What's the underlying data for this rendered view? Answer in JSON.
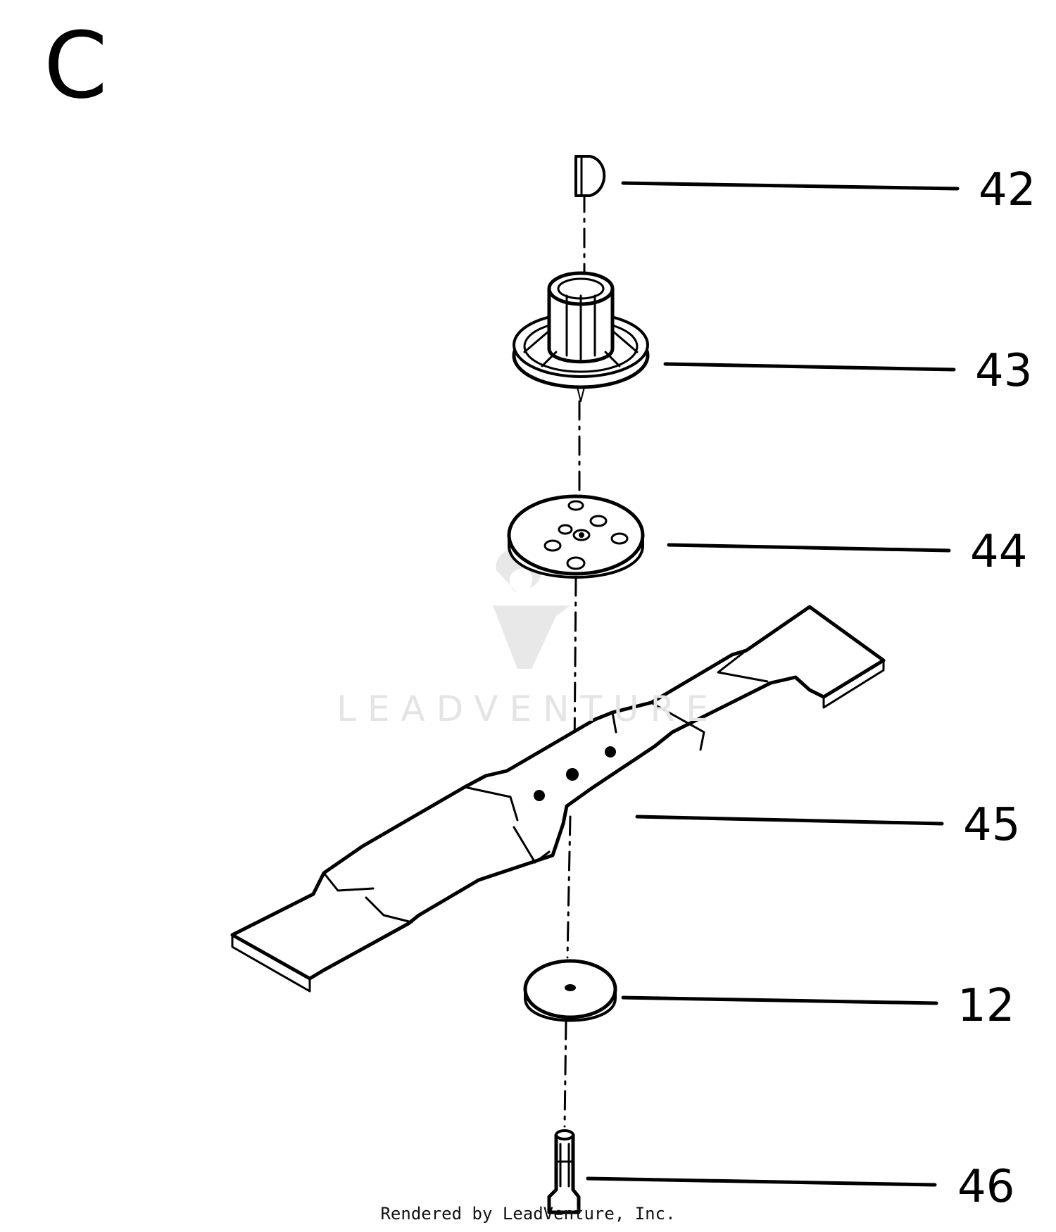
{
  "section_letter": "C",
  "callouts": [
    "42",
    "43",
    "44",
    "45",
    "12",
    "46"
  ],
  "watermark": "LEADVENTURE",
  "footer": "Rendered by LeadVenture, Inc.",
  "watermark_logo_icon": "leadventure-logo-icon"
}
